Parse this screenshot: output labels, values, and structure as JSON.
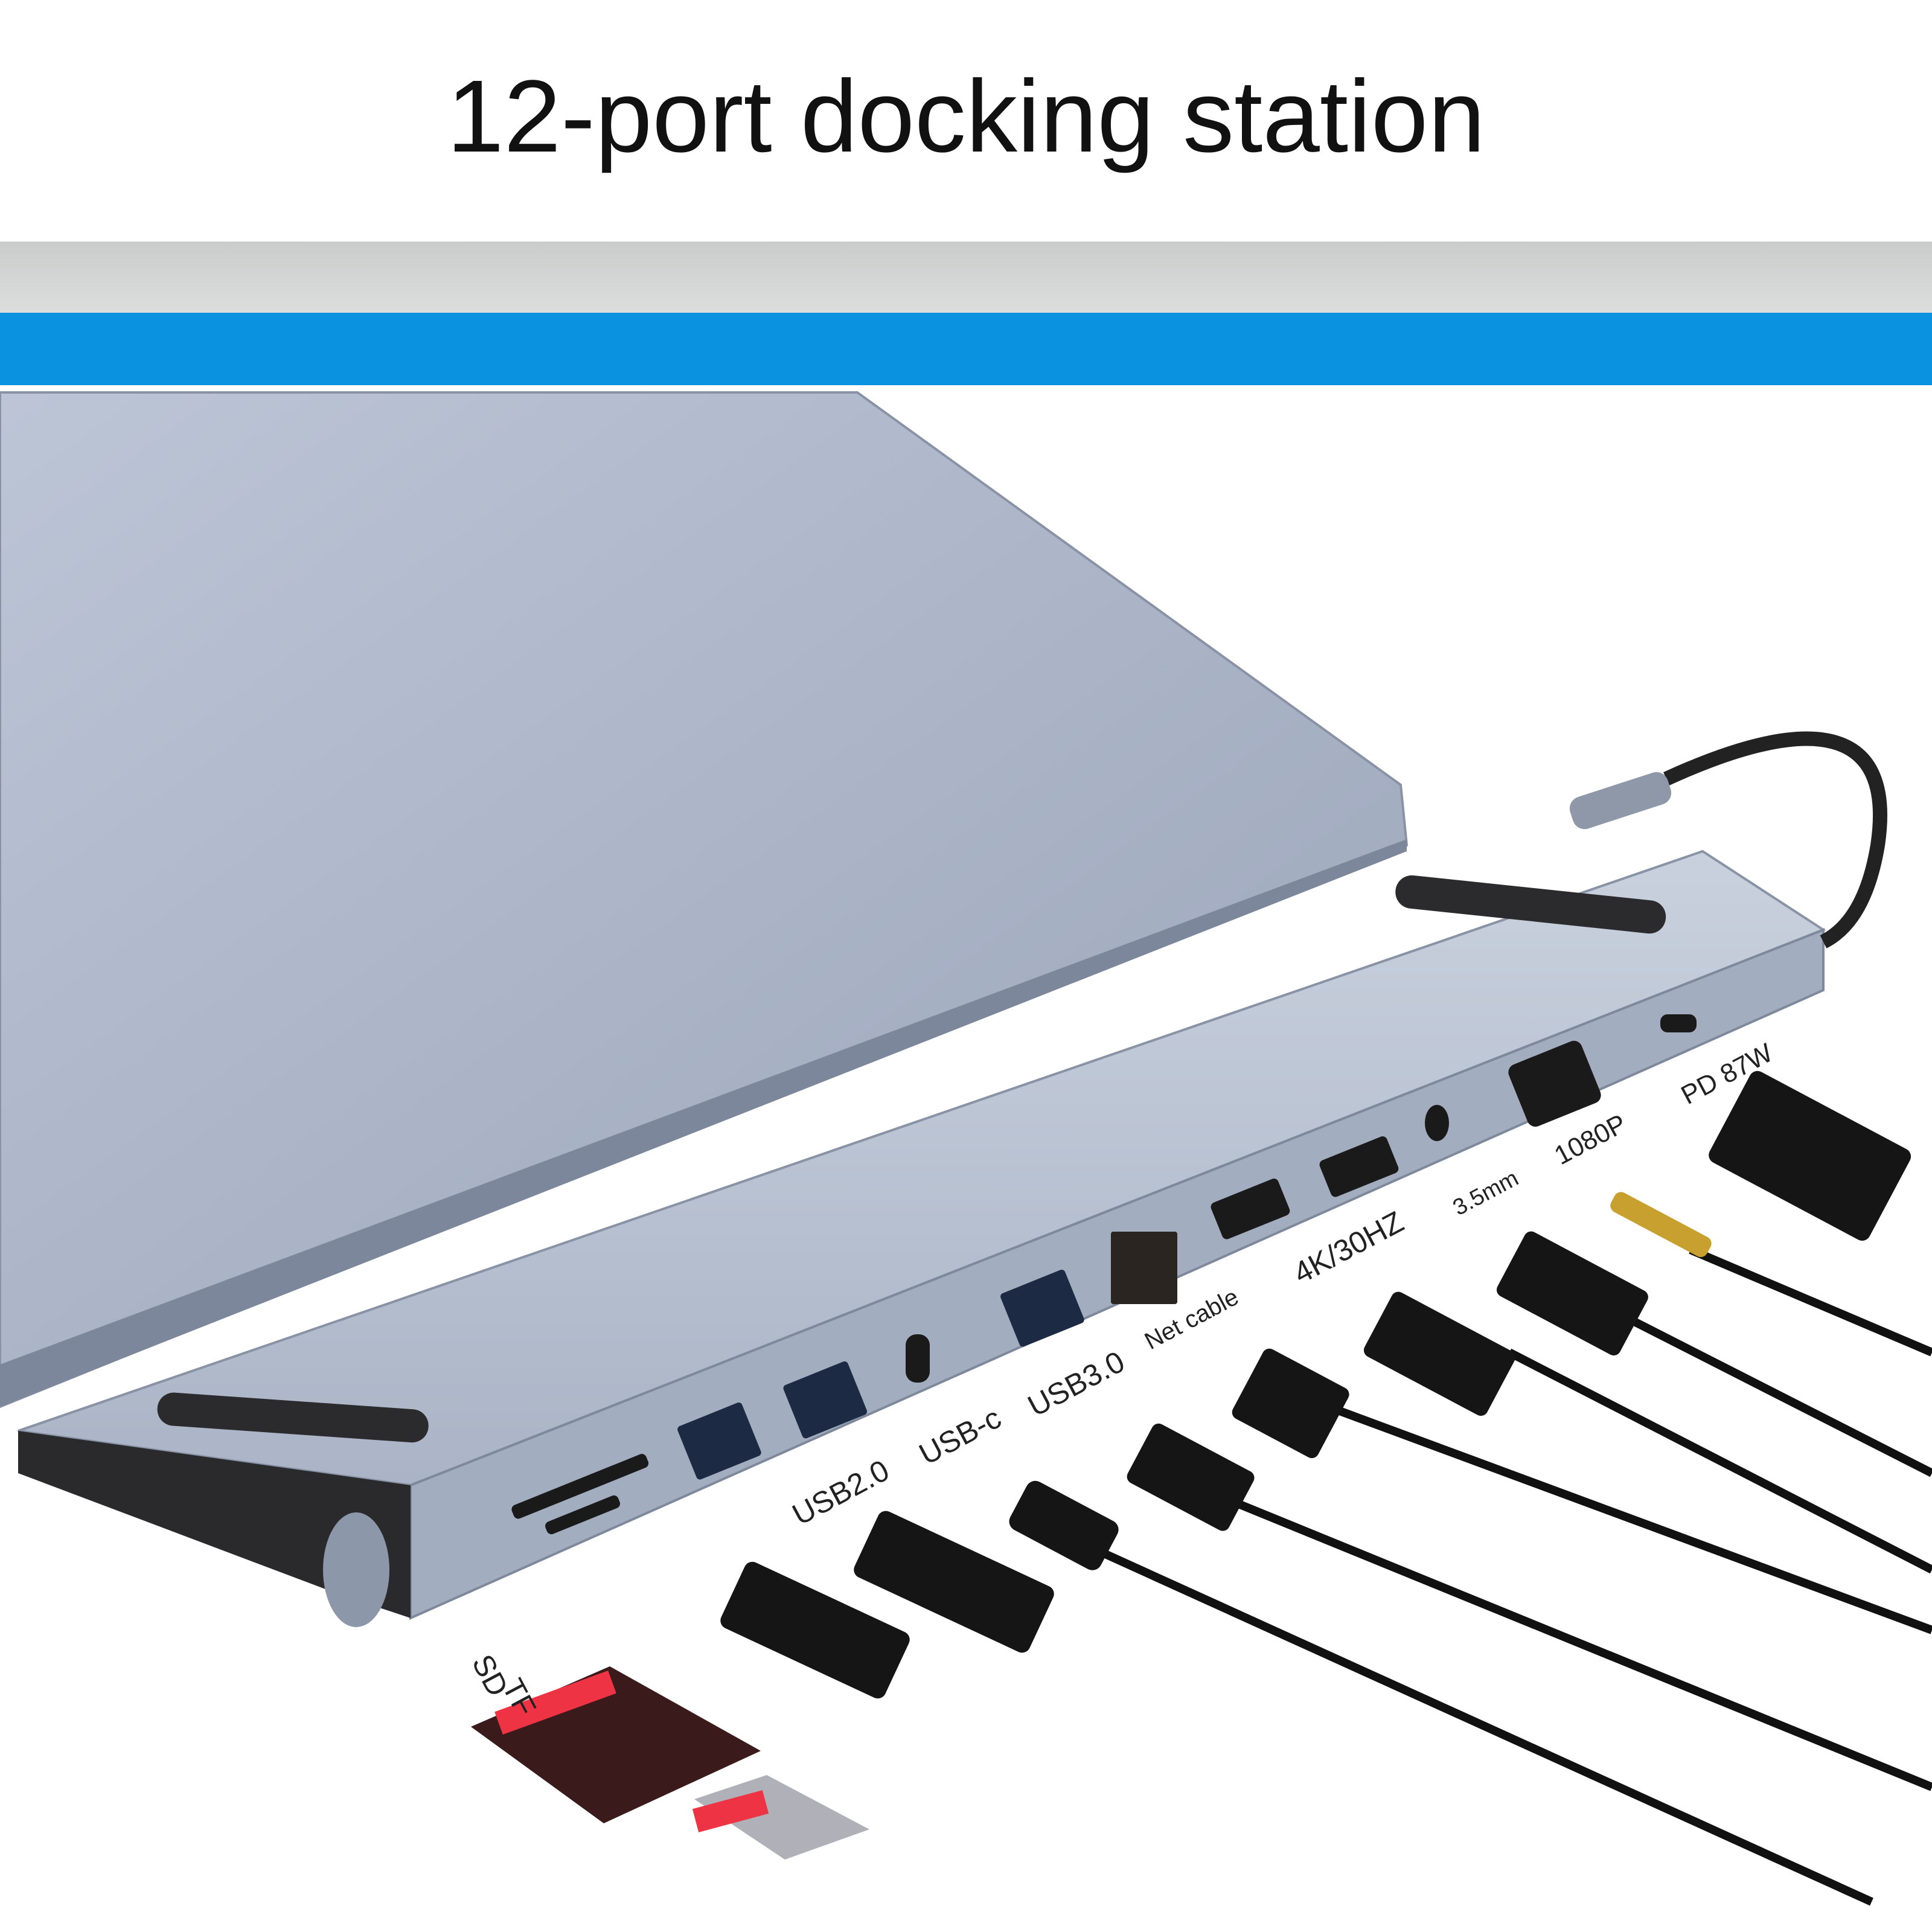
{
  "header": {
    "title": "12-port docking station"
  },
  "colors": {
    "accent_band": "#0a92e0",
    "dock_body": "#a9b3c6",
    "laptop": "#aab4c8"
  },
  "port_labels": {
    "sd": "SD",
    "tf": "TF",
    "usb2": "USB2.0",
    "usbc": "USB-c",
    "usb3": "USB3.0",
    "net": "Net cable",
    "hdmi": "4K/30HZ",
    "audio": "3.5mm",
    "vga": "1080P",
    "pd": "PD 87W"
  }
}
